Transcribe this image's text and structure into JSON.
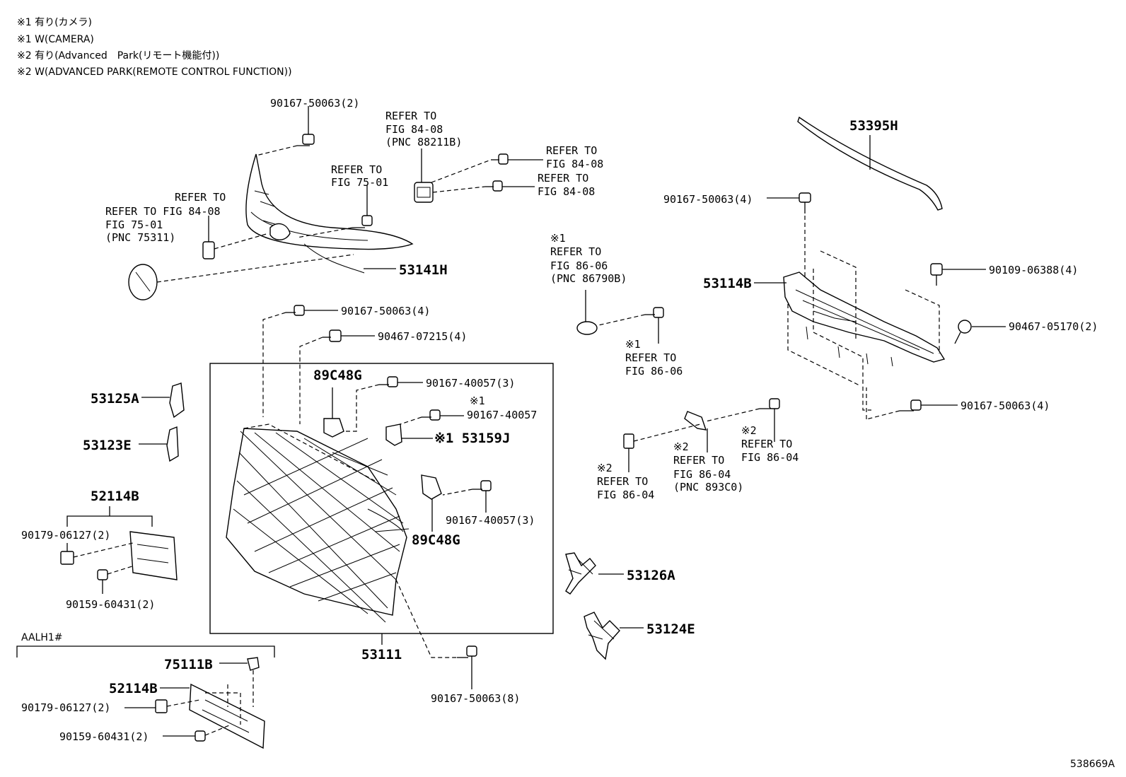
{
  "notes": [
    "※1 有り(カメラ)",
    "※1 W(CAMERA)",
    "※2 有り(Advanced　Park(リモート機能付))",
    "※2 W(ADVANCED PARK(REMOTE CONTROL FUNCTION))"
  ],
  "labels": {
    "l01": "90167-50063(2)",
    "l02a": "REFER TO",
    "l02b": "FIG 84-08",
    "l02c": "(PNC 88211B)",
    "l03a": "REFER TO",
    "l03b": "FIG 84-08",
    "l04a": "REFER TO",
    "l04b": "FIG 84-08",
    "l05a": "REFER TO",
    "l05b": "FIG 75-01",
    "l06a": "REFER TO",
    "l06b": "REFER TO FIG 84-08",
    "l06c": "FIG 75-01",
    "l06d": "(PNC 75311)",
    "p53141H": "53141H",
    "p53395H": "53395H",
    "l07": "90167-50063(4)",
    "p53114B": "53114B",
    "l08": "90109-06388(4)",
    "l09": "90467-05170(2)",
    "l10": "90167-50063(4)",
    "l11a": "※1",
    "l11b": "REFER TO",
    "l11c": "FIG 86-06",
    "l11d": "(PNC 86790B)",
    "l12a": "※1",
    "l12b": "REFER TO",
    "l12c": "FIG 86-06",
    "l13": "90167-50063(4)",
    "l14": "90467-07215(4)",
    "p89C48G_a": "89C48G",
    "l15": "90167-40057(3)",
    "l16a": "※1",
    "l16b": "90167-40057",
    "l17": "※1 53159J",
    "p53125A": "53125A",
    "p53123E": "53123E",
    "p52114B_a": "52114B",
    "l18": "90179-06127(2)",
    "l19": "90159-60431(2)",
    "l20": "90167-40057(3)",
    "p89C48G_b": "89C48G",
    "l21a": "※2",
    "l21b": "REFER TO",
    "l21c": "FIG 86-04",
    "l22a": "※2",
    "l22b": "REFER TO",
    "l22c": "FIG 86-04",
    "l22d": "(PNC 893C0)",
    "l23a": "※2",
    "l23b": "REFER TO",
    "l23c": "FIG 86-04",
    "p53126A": "53126A",
    "p53124E": "53124E",
    "p53111": "53111",
    "l24": "90167-50063(8)",
    "variant": "AALH1#",
    "p75111B": "75111B",
    "p52114B_b": "52114B",
    "l25": "90179-06127(2)",
    "l26": "90159-60431(2)",
    "figure_id": "538669A"
  }
}
